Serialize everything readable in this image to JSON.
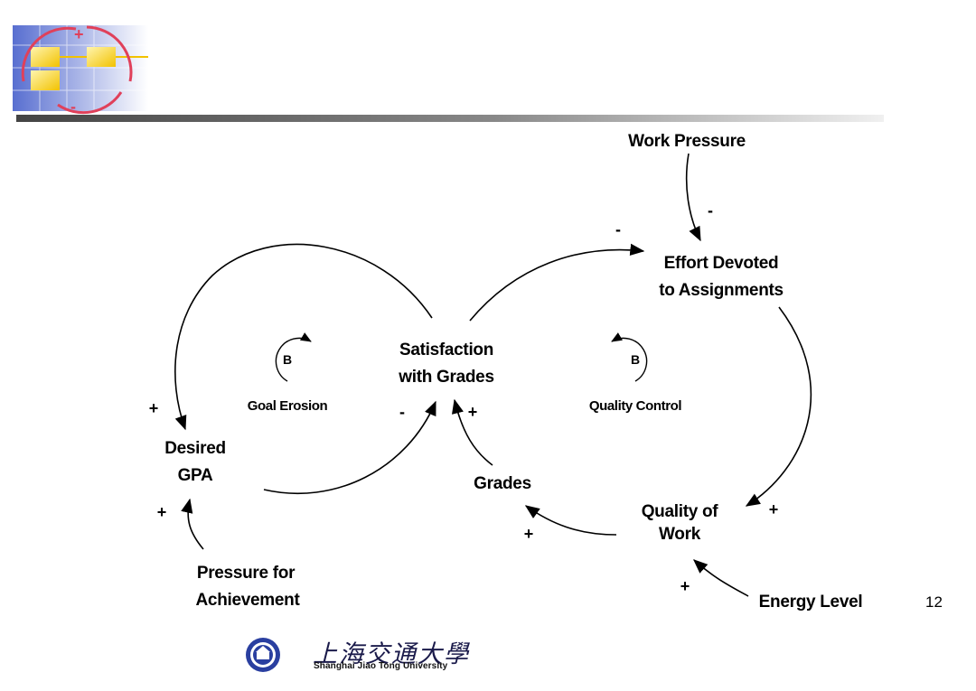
{
  "diagram": {
    "nodes": [
      {
        "id": "work_pressure",
        "lines": [
          "Work Pressure"
        ]
      },
      {
        "id": "effort",
        "lines": [
          "Effort Devoted",
          "to Assignments"
        ]
      },
      {
        "id": "satisfaction",
        "lines": [
          "Satisfaction",
          "with Grades"
        ]
      },
      {
        "id": "desired_gpa",
        "lines": [
          "Desired",
          "GPA"
        ]
      },
      {
        "id": "grades",
        "lines": [
          "Grades"
        ]
      },
      {
        "id": "quality",
        "lines": [
          "Quality of",
          "Work"
        ]
      },
      {
        "id": "pressure_ach",
        "lines": [
          "Pressure for",
          "Achievement"
        ]
      },
      {
        "id": "energy",
        "lines": [
          "Energy Level"
        ]
      }
    ],
    "links": [
      {
        "from": "work_pressure",
        "to": "effort",
        "polarity": "-"
      },
      {
        "from": "satisfaction",
        "to": "effort",
        "polarity": "-"
      },
      {
        "from": "effort",
        "to": "quality",
        "polarity": "+"
      },
      {
        "from": "quality",
        "to": "grades",
        "polarity": "+"
      },
      {
        "from": "grades",
        "to": "satisfaction",
        "polarity": "+"
      },
      {
        "from": "desired_gpa",
        "to": "satisfaction",
        "polarity": "-"
      },
      {
        "from": "satisfaction",
        "to": "desired_gpa",
        "polarity": "+"
      },
      {
        "from": "pressure_ach",
        "to": "desired_gpa",
        "polarity": "+"
      },
      {
        "from": "energy",
        "to": "quality",
        "polarity": "+"
      }
    ],
    "loops": [
      {
        "symbol": "B",
        "name": "Goal Erosion",
        "direction": "counterclockwise"
      },
      {
        "symbol": "B",
        "name": "Quality Control",
        "direction": "clockwise"
      }
    ]
  },
  "page_number": "12",
  "footer": {
    "university_name_cn": "上海交通大學",
    "university_name_en": "Shanghai Jiao Tong University"
  },
  "colors": {
    "logo_blue": "#3b55c8",
    "logo_yellow": "#f2c200",
    "logo_red": "#e0405a",
    "rule_dark": "#555555"
  }
}
